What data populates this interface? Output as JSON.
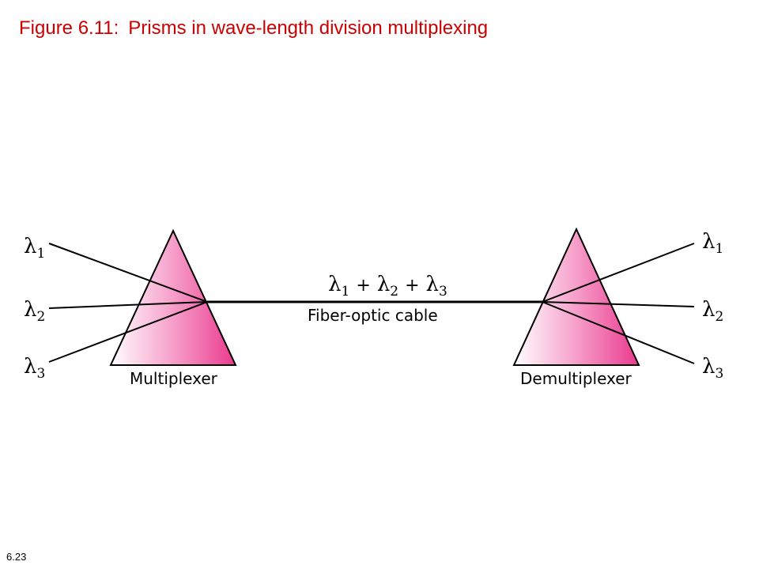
{
  "header": {
    "figure_label": "Figure 6.11:",
    "title": "Prisms in wave-length division multiplexing"
  },
  "footer": {
    "page_number": "6.23"
  },
  "diagram": {
    "colors": {
      "prism_light": "#ffffff",
      "prism_mid": "#f7a8cf",
      "prism_dark": "#ea3a8e",
      "line": "#000000",
      "title_text": "#cc0000"
    },
    "multiplexer": {
      "label": "Multiplexer",
      "inputs": [
        {
          "symbol": "λ",
          "subscript": "1"
        },
        {
          "symbol": "λ",
          "subscript": "2"
        },
        {
          "symbol": "λ",
          "subscript": "3"
        }
      ]
    },
    "demultiplexer": {
      "label": "Demultiplexer",
      "outputs": [
        {
          "symbol": "λ",
          "subscript": "1"
        },
        {
          "symbol": "λ",
          "subscript": "2"
        },
        {
          "symbol": "λ",
          "subscript": "3"
        }
      ]
    },
    "cable": {
      "label": "Fiber-optic cable",
      "signal": {
        "terms": [
          {
            "symbol": "λ",
            "subscript": "1"
          },
          {
            "symbol": "λ",
            "subscript": "2"
          },
          {
            "symbol": "λ",
            "subscript": "3"
          }
        ],
        "operator": "+"
      }
    }
  }
}
